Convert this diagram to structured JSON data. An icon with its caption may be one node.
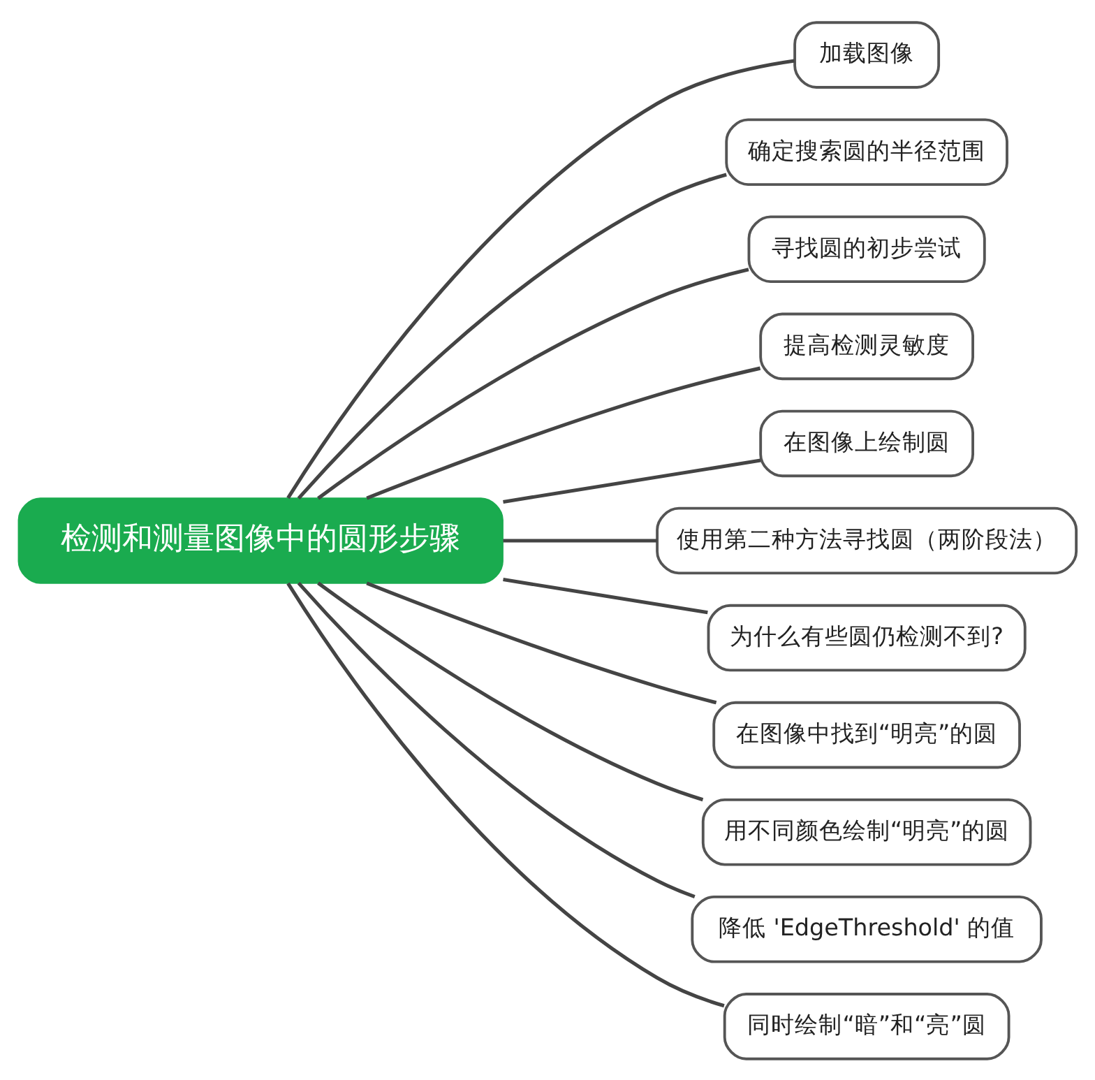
{
  "diagram": {
    "nodes": [
      {
        "text": [
          "检测和测量图像中的圆形步骤"
        ]
      },
      {
        "text": [
          "加载图像"
        ]
      },
      {
        "text": [
          "确定搜索圆的半径范围"
        ]
      },
      {
        "text": [
          "寻找圆的初步尝试"
        ]
      },
      {
        "text": [
          "提高检测灵敏度"
        ]
      },
      {
        "text": [
          "在图像上绘制圆"
        ]
      },
      {
        "text": [
          "使用第二种方法寻找圆（两阶段法）"
        ]
      },
      {
        "text": [
          "为什么有些圆仍检测不到?"
        ]
      },
      {
        "text": [
          "在图像中找到“明亮”的圆"
        ]
      },
      {
        "text": [
          "用不同颜色绘制“明亮”的圆"
        ]
      },
      {
        "text": [
          "降低 'EdgeThreshold' 的值"
        ]
      },
      {
        "text": [
          "同时绘制“暗”和“亮”圆"
        ]
      }
    ],
    "edges": [
      {
        "from": 0,
        "to": 1,
        "arrow": "none"
      },
      {
        "from": 0,
        "to": 2,
        "arrow": "none"
      },
      {
        "from": 0,
        "to": 3,
        "arrow": "none"
      },
      {
        "from": 0,
        "to": 4,
        "arrow": "none"
      },
      {
        "from": 0,
        "to": 5,
        "arrow": "none"
      },
      {
        "from": 0,
        "to": 6,
        "arrow": "none"
      },
      {
        "from": 0,
        "to": 7,
        "arrow": "none"
      },
      {
        "from": 0,
        "to": 8,
        "arrow": "none"
      },
      {
        "from": 0,
        "to": 9,
        "arrow": "none"
      },
      {
        "from": 0,
        "to": 10,
        "arrow": "none"
      },
      {
        "from": 0,
        "to": 11,
        "arrow": "none"
      }
    ]
  }
}
